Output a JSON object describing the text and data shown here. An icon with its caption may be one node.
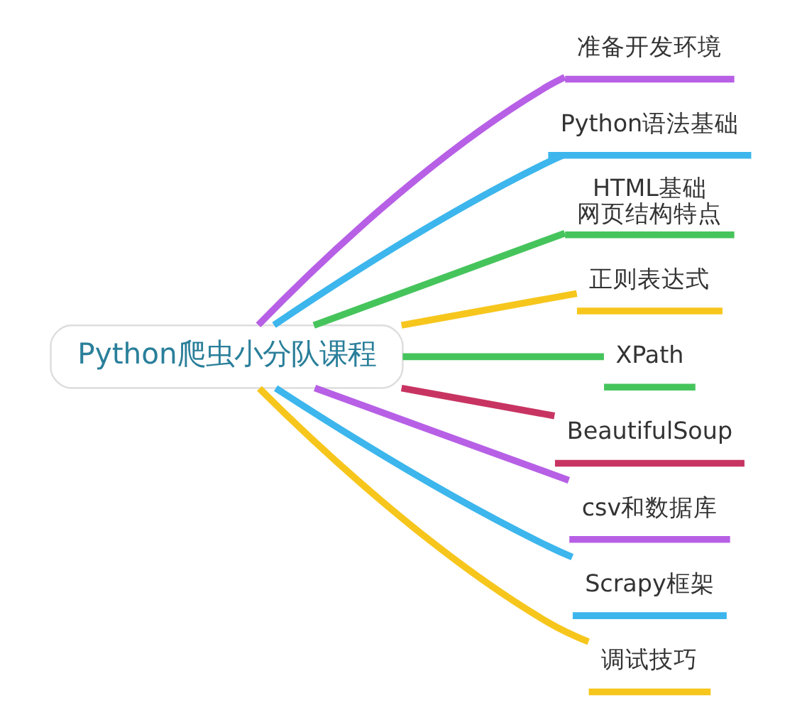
{
  "diagram": {
    "nodes": [
      {
        "text": [
          "Python爬虫小分队课程"
        ]
      },
      {
        "text": [
          "准备开发环境"
        ]
      },
      {
        "text": [
          "Python语法基础"
        ]
      },
      {
        "text": [
          "HTML基础",
          "网页结构特点"
        ]
      },
      {
        "text": [
          "正则表达式"
        ]
      },
      {
        "text": [
          "XPath"
        ]
      },
      {
        "text": [
          "BeautifulSoup"
        ]
      },
      {
        "text": [
          "csv和数据库"
        ]
      },
      {
        "text": [
          "Scrapy框架"
        ]
      },
      {
        "text": [
          "调试技巧"
        ]
      }
    ],
    "edges": [
      {
        "from": 0,
        "to": 1,
        "arrow": "none",
        "color": "#b760e6"
      },
      {
        "from": 0,
        "to": 2,
        "arrow": "none",
        "color": "#3cb6ec"
      },
      {
        "from": 0,
        "to": 3,
        "arrow": "none",
        "color": "#46c45c"
      },
      {
        "from": 0,
        "to": 4,
        "arrow": "none",
        "color": "#f6c61c"
      },
      {
        "from": 0,
        "to": 5,
        "arrow": "none",
        "color": "#46c45c"
      },
      {
        "from": 0,
        "to": 6,
        "arrow": "none",
        "color": "#c83462"
      },
      {
        "from": 0,
        "to": 7,
        "arrow": "none",
        "color": "#b760e6"
      },
      {
        "from": 0,
        "to": 8,
        "arrow": "none",
        "color": "#3cb6ec"
      },
      {
        "from": 0,
        "to": 9,
        "arrow": "none",
        "color": "#f6c61c"
      }
    ]
  }
}
